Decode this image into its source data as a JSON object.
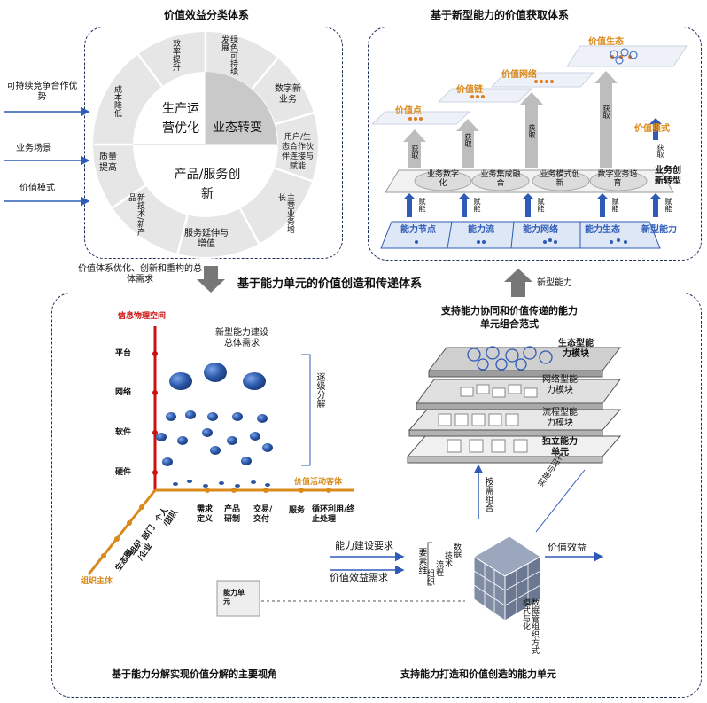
{
  "top_left": {
    "title": "价值效益分类体系",
    "inputs": [
      "可持续竞争合作优势",
      "业务场景",
      "价值模式"
    ],
    "quadrants": {
      "production": "生产运营优化",
      "business": "业态转变",
      "product": "产品/服务创新"
    },
    "outer_items": [
      "效率提升",
      "绿色可持续发展",
      "数字新业务",
      "用户/生态合作伙伴连接与赋能",
      "主营业务增长",
      "服务延伸与增值",
      "新技术/新产品",
      "质量提高",
      "成本降低"
    ],
    "bottom_note": "价值体系优化、创新和重构的总体需求"
  },
  "top_right": {
    "title": "基于新型能力的价值获取体系",
    "layers": [
      "价值点",
      "价值链",
      "价值网络",
      "价值生态"
    ],
    "acquire_label": "获取",
    "value_mode": "价值模式",
    "business_items": [
      "业务数字化",
      "业务集成融合",
      "业务模式创新",
      "数字业务培育"
    ],
    "business_transform": "业务创新转型",
    "enable_label": "赋能",
    "capability_items": [
      "能力节点",
      "能力流",
      "能力网络",
      "能力生态"
    ],
    "new_capability": "新型能力",
    "bottom_note": "新型能力"
  },
  "middle_title": "基于能力单元的价值创造和传递体系",
  "bottom_left": {
    "axis_z": "信息物理空间",
    "z_ticks": [
      "平台",
      "网络",
      "软件",
      "硬件"
    ],
    "axis_x": "价值活动客体",
    "x_ticks": [
      "需求定义",
      "产品研制",
      "交易/交付",
      "服务",
      "循环利用/终止处理"
    ],
    "axis_y": "组织主体",
    "y_ticks": [
      "个人",
      "部门",
      "组织",
      "生态圈"
    ],
    "y_ticks_extra": [
      "/团队",
      "/企业"
    ],
    "requirement": "新型能力建设总体需求",
    "decompose": "逐级分解",
    "caption": "基于能力分解实现价值分解的主要视角"
  },
  "bottom_right": {
    "stack_title": "支持能力协同和价值传递的能力单元组合范式",
    "stack_layers": [
      "生态型能力模块",
      "网络型能力模块",
      "流程型能力模块",
      "独立能力单元"
    ],
    "on_demand": "按需组合",
    "implement": "实施与运行",
    "inputs": [
      "能力建设要求",
      "价值效益需求"
    ],
    "element_dim": "要素维",
    "elements": [
      "数据",
      "技术",
      "流程",
      "组织"
    ],
    "output": "价值效益",
    "unit_label": "能力单元",
    "bottom_dim": "数据管组织方式模式与化",
    "caption": "支持能力打造和价值创造的能力单元"
  },
  "colors": {
    "frame": "#1f2f5a",
    "blue": "#2e5bb8",
    "orange": "#d98a1b",
    "red": "#cc1111",
    "gray": "#8a8a8a"
  }
}
